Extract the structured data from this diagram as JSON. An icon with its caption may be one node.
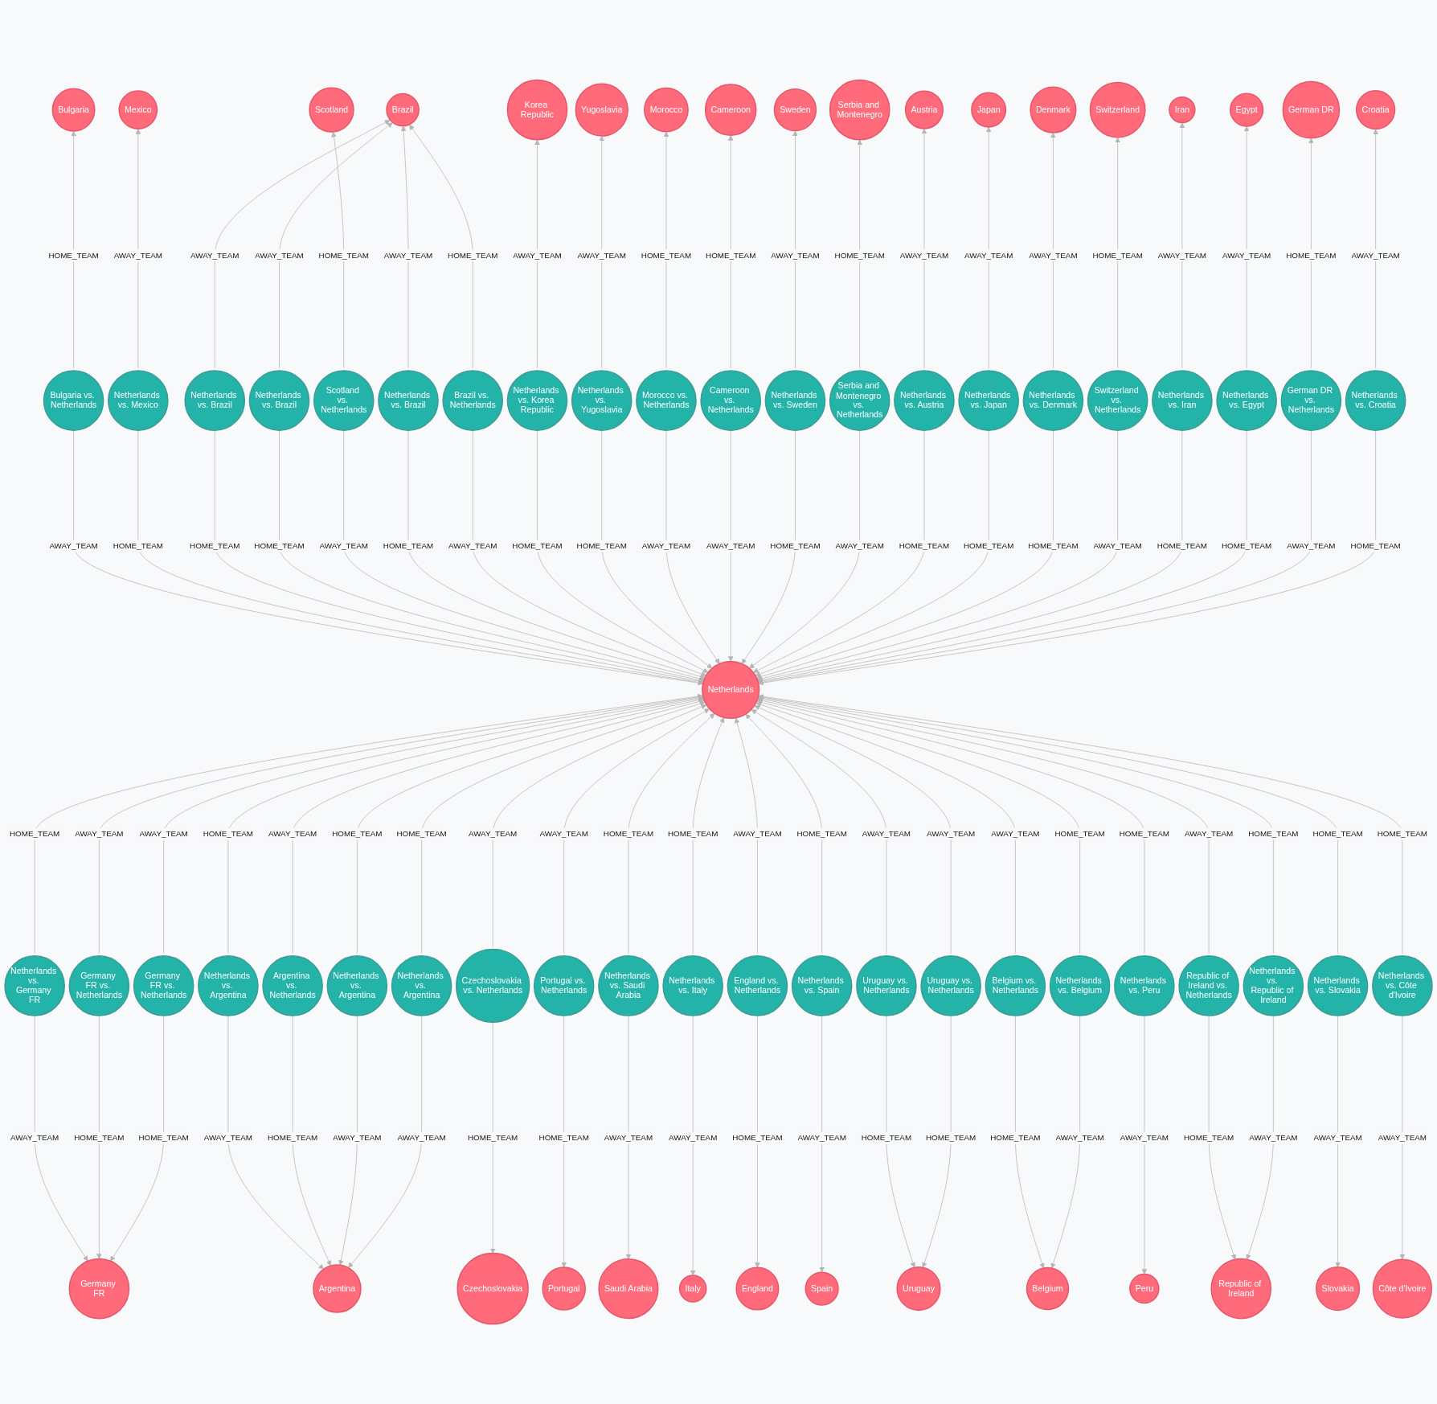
{
  "diagram": {
    "nodes": [
      {
        "text": [
          "Bulgaria"
        ]
      },
      {
        "text": [
          "Mexico"
        ]
      },
      {
        "text": [
          "Scotland"
        ]
      },
      {
        "text": [
          "Morocco"
        ]
      },
      {
        "text": [
          "Korea Republic"
        ]
      },
      {
        "text": [
          "Brazil"
        ]
      },
      {
        "text": [
          "Yugoslavia"
        ]
      },
      {
        "text": [
          "Cameroon"
        ]
      },
      {
        "text": [
          "Austria"
        ]
      },
      {
        "text": [
          "Serbia and Montenegro"
        ]
      },
      {
        "text": [
          "Bulgaria vs. Netherlands"
        ]
      },
      {
        "text": [
          "Netherlands vs. Mexico"
        ]
      },
      {
        "text": [
          "Sweden"
        ]
      },
      {
        "text": [
          "Netherlands vs. Brazil"
        ]
      },
      {
        "text": [
          "Netherlands vs. Brazil"
        ]
      },
      {
        "text": [
          "Scotland vs. Netherlands"
        ]
      },
      {
        "text": [
          "Netherlands vs. Brazil"
        ]
      },
      {
        "text": [
          "Denmark"
        ]
      },
      {
        "text": [
          "Brazil vs. Netherlands"
        ]
      },
      {
        "text": [
          "Netherlands vs. Korea Republic"
        ]
      },
      {
        "text": [
          "Netherlands vs. Yugoslavia"
        ]
      },
      {
        "text": [
          "Morocco vs. Netherlands"
        ]
      },
      {
        "text": [
          "Japan"
        ]
      },
      {
        "text": [
          "Cameroon vs. Netherlands"
        ]
      },
      {
        "text": [
          "Iran"
        ]
      },
      {
        "text": [
          "Netherlands vs. Sweden"
        ]
      },
      {
        "text": [
          "Serbia and Montenegro vs. Netherlands"
        ]
      },
      {
        "text": [
          "Netherlands vs. Austria"
        ]
      },
      {
        "text": [
          "Switzerland"
        ]
      },
      {
        "text": [
          "Netherlands vs. Japan"
        ]
      },
      {
        "text": [
          "Netherlands vs. Denmark"
        ]
      },
      {
        "text": [
          "Switzerland vs. Netherlands"
        ]
      },
      {
        "text": [
          "Netherlands vs. Iran"
        ]
      },
      {
        "text": [
          "German DR"
        ]
      },
      {
        "text": [
          "Netherlands vs. Egypt"
        ]
      },
      {
        "text": [
          "German DR vs. Netherlands"
        ]
      },
      {
        "text": [
          "Netherlands vs. Croatia"
        ]
      },
      {
        "text": [
          "Netherlands vs. Germany FR"
        ]
      },
      {
        "text": [
          "Netherlands"
        ]
      },
      {
        "text": [
          "Egypt"
        ]
      },
      {
        "text": [
          "Croatia"
        ]
      },
      {
        "text": [
          "Germany FR vs. Netherlands"
        ]
      },
      {
        "text": [
          "Netherlands vs. Argentina"
        ]
      },
      {
        "text": [
          "Germany FR vs. Netherlands"
        ]
      },
      {
        "text": [
          "Germany FR"
        ]
      },
      {
        "text": [
          "Argentina vs. Netherlands"
        ]
      },
      {
        "text": [
          "Czechoslovakia vs. Netherlands"
        ]
      },
      {
        "text": [
          "Portugal vs. Netherlands"
        ]
      },
      {
        "text": [
          "Netherlands vs. Argentina"
        ]
      },
      {
        "text": [
          "Netherlands vs. Saudi Arabia"
        ]
      },
      {
        "text": [
          "Netherlands vs. Argentina"
        ]
      },
      {
        "text": [
          "Argentina"
        ]
      },
      {
        "text": [
          "Netherlands vs. Italy"
        ]
      },
      {
        "text": [
          "England vs. Netherlands"
        ]
      },
      {
        "text": [
          "Netherlands vs. Spain"
        ]
      },
      {
        "text": [
          "Uruguay vs. Netherlands"
        ]
      },
      {
        "text": [
          "Belgium vs. Netherlands"
        ]
      },
      {
        "text": [
          "Saudi Arabia"
        ]
      },
      {
        "text": [
          "Netherlands vs. Peru"
        ]
      },
      {
        "text": [
          "Uruguay vs. Netherlands"
        ]
      },
      {
        "text": [
          "Netherlands vs. Belgium"
        ]
      },
      {
        "text": [
          "Portugal"
        ]
      },
      {
        "text": [
          "Republic of Ireland vs. Netherlands"
        ]
      },
      {
        "text": [
          "Netherlands vs. Slovakia"
        ]
      },
      {
        "text": [
          "Czechoslovakia"
        ]
      },
      {
        "text": [
          "Netherlands vs. Republic of Ireland"
        ]
      },
      {
        "text": [
          "Netherlands vs. Côte d'Ivoire"
        ]
      },
      {
        "text": [
          "Italy"
        ]
      },
      {
        "text": [
          "Belgium"
        ]
      },
      {
        "text": [
          "England"
        ]
      },
      {
        "text": [
          "Peru"
        ]
      },
      {
        "text": [
          "Uruguay"
        ]
      },
      {
        "text": [
          "Spain"
        ]
      },
      {
        "text": [
          "Republic of Ireland"
        ]
      },
      {
        "text": [
          "Slovakia"
        ]
      },
      {
        "text": [
          "Côte d'Ivoire"
        ]
      }
    ],
    "edges": [
      {
        "from": 10,
        "to": 0,
        "arrow": "to",
        "label": "HOME_TEAM"
      },
      {
        "from": 10,
        "to": 38,
        "arrow": "to",
        "label": "AWAY_TEAM"
      },
      {
        "from": 11,
        "to": 38,
        "arrow": "to",
        "label": "HOME_TEAM"
      },
      {
        "from": 11,
        "to": 1,
        "arrow": "to",
        "label": "AWAY_TEAM"
      },
      {
        "from": 13,
        "to": 38,
        "arrow": "to",
        "label": "HOME_TEAM"
      },
      {
        "from": 13,
        "to": 5,
        "arrow": "to",
        "label": "AWAY_TEAM"
      },
      {
        "from": 14,
        "to": 38,
        "arrow": "to",
        "label": "HOME_TEAM"
      },
      {
        "from": 14,
        "to": 5,
        "arrow": "to",
        "label": "AWAY_TEAM"
      },
      {
        "from": 15,
        "to": 2,
        "arrow": "to",
        "label": "HOME_TEAM"
      },
      {
        "from": 15,
        "to": 38,
        "arrow": "to",
        "label": "AWAY_TEAM"
      },
      {
        "from": 16,
        "to": 38,
        "arrow": "to",
        "label": "HOME_TEAM"
      },
      {
        "from": 16,
        "to": 5,
        "arrow": "to",
        "label": "AWAY_TEAM"
      },
      {
        "from": 18,
        "to": 5,
        "arrow": "to",
        "label": "HOME_TEAM"
      },
      {
        "from": 18,
        "to": 38,
        "arrow": "to",
        "label": "AWAY_TEAM"
      },
      {
        "from": 19,
        "to": 38,
        "arrow": "to",
        "label": "HOME_TEAM"
      },
      {
        "from": 19,
        "to": 4,
        "arrow": "to",
        "label": "AWAY_TEAM"
      },
      {
        "from": 20,
        "to": 38,
        "arrow": "to",
        "label": "HOME_TEAM"
      },
      {
        "from": 20,
        "to": 6,
        "arrow": "to",
        "label": "AWAY_TEAM"
      },
      {
        "from": 21,
        "to": 3,
        "arrow": "to",
        "label": "HOME_TEAM"
      },
      {
        "from": 21,
        "to": 38,
        "arrow": "to",
        "label": "AWAY_TEAM"
      },
      {
        "from": 23,
        "to": 7,
        "arrow": "to",
        "label": "HOME_TEAM"
      },
      {
        "from": 23,
        "to": 38,
        "arrow": "to",
        "label": "AWAY_TEAM"
      },
      {
        "from": 25,
        "to": 38,
        "arrow": "to",
        "label": "HOME_TEAM"
      },
      {
        "from": 25,
        "to": 12,
        "arrow": "to",
        "label": "AWAY_TEAM"
      },
      {
        "from": 26,
        "to": 9,
        "arrow": "to",
        "label": "HOME_TEAM"
      },
      {
        "from": 26,
        "to": 38,
        "arrow": "to",
        "label": "AWAY_TEAM"
      },
      {
        "from": 27,
        "to": 38,
        "arrow": "to",
        "label": "HOME_TEAM"
      },
      {
        "from": 27,
        "to": 8,
        "arrow": "to",
        "label": "AWAY_TEAM"
      },
      {
        "from": 29,
        "to": 38,
        "arrow": "to",
        "label": "HOME_TEAM"
      },
      {
        "from": 29,
        "to": 22,
        "arrow": "to",
        "label": "AWAY_TEAM"
      },
      {
        "from": 30,
        "to": 38,
        "arrow": "to",
        "label": "HOME_TEAM"
      },
      {
        "from": 30,
        "to": 17,
        "arrow": "to",
        "label": "AWAY_TEAM"
      },
      {
        "from": 31,
        "to": 28,
        "arrow": "to",
        "label": "HOME_TEAM"
      },
      {
        "from": 31,
        "to": 38,
        "arrow": "to",
        "label": "AWAY_TEAM"
      },
      {
        "from": 32,
        "to": 38,
        "arrow": "to",
        "label": "HOME_TEAM"
      },
      {
        "from": 32,
        "to": 24,
        "arrow": "to",
        "label": "AWAY_TEAM"
      },
      {
        "from": 34,
        "to": 38,
        "arrow": "to",
        "label": "HOME_TEAM"
      },
      {
        "from": 34,
        "to": 39,
        "arrow": "to",
        "label": "AWAY_TEAM"
      },
      {
        "from": 35,
        "to": 33,
        "arrow": "to",
        "label": "HOME_TEAM"
      },
      {
        "from": 35,
        "to": 38,
        "arrow": "to",
        "label": "AWAY_TEAM"
      },
      {
        "from": 36,
        "to": 38,
        "arrow": "to",
        "label": "HOME_TEAM"
      },
      {
        "from": 36,
        "to": 40,
        "arrow": "to",
        "label": "AWAY_TEAM"
      },
      {
        "from": 37,
        "to": 38,
        "arrow": "to",
        "label": "HOME_TEAM"
      },
      {
        "from": 37,
        "to": 44,
        "arrow": "to",
        "label": "AWAY_TEAM"
      },
      {
        "from": 41,
        "to": 44,
        "arrow": "to",
        "label": "HOME_TEAM"
      },
      {
        "from": 41,
        "to": 38,
        "arrow": "to",
        "label": "AWAY_TEAM"
      },
      {
        "from": 42,
        "to": 38,
        "arrow": "to",
        "label": "HOME_TEAM"
      },
      {
        "from": 42,
        "to": 51,
        "arrow": "to",
        "label": "AWAY_TEAM"
      },
      {
        "from": 43,
        "to": 44,
        "arrow": "to",
        "label": "HOME_TEAM"
      },
      {
        "from": 43,
        "to": 38,
        "arrow": "to",
        "label": "AWAY_TEAM"
      },
      {
        "from": 45,
        "to": 51,
        "arrow": "to",
        "label": "HOME_TEAM"
      },
      {
        "from": 45,
        "to": 38,
        "arrow": "to",
        "label": "AWAY_TEAM"
      },
      {
        "from": 46,
        "to": 64,
        "arrow": "to",
        "label": "HOME_TEAM"
      },
      {
        "from": 46,
        "to": 38,
        "arrow": "to",
        "label": "AWAY_TEAM"
      },
      {
        "from": 47,
        "to": 61,
        "arrow": "to",
        "label": "HOME_TEAM"
      },
      {
        "from": 47,
        "to": 38,
        "arrow": "to",
        "label": "AWAY_TEAM"
      },
      {
        "from": 48,
        "to": 38,
        "arrow": "to",
        "label": "HOME_TEAM"
      },
      {
        "from": 48,
        "to": 51,
        "arrow": "to",
        "label": "AWAY_TEAM"
      },
      {
        "from": 49,
        "to": 38,
        "arrow": "to",
        "label": "HOME_TEAM"
      },
      {
        "from": 49,
        "to": 57,
        "arrow": "to",
        "label": "AWAY_TEAM"
      },
      {
        "from": 50,
        "to": 38,
        "arrow": "to",
        "label": "HOME_TEAM"
      },
      {
        "from": 50,
        "to": 51,
        "arrow": "to",
        "label": "AWAY_TEAM"
      },
      {
        "from": 52,
        "to": 38,
        "arrow": "to",
        "label": "HOME_TEAM"
      },
      {
        "from": 52,
        "to": 67,
        "arrow": "to",
        "label": "AWAY_TEAM"
      },
      {
        "from": 53,
        "to": 69,
        "arrow": "to",
        "label": "HOME_TEAM"
      },
      {
        "from": 53,
        "to": 38,
        "arrow": "to",
        "label": "AWAY_TEAM"
      },
      {
        "from": 54,
        "to": 38,
        "arrow": "to",
        "label": "HOME_TEAM"
      },
      {
        "from": 54,
        "to": 72,
        "arrow": "to",
        "label": "AWAY_TEAM"
      },
      {
        "from": 55,
        "to": 71,
        "arrow": "to",
        "label": "HOME_TEAM"
      },
      {
        "from": 55,
        "to": 38,
        "arrow": "to",
        "label": "AWAY_TEAM"
      },
      {
        "from": 56,
        "to": 68,
        "arrow": "to",
        "label": "HOME_TEAM"
      },
      {
        "from": 56,
        "to": 38,
        "arrow": "to",
        "label": "AWAY_TEAM"
      },
      {
        "from": 58,
        "to": 38,
        "arrow": "to",
        "label": "HOME_TEAM"
      },
      {
        "from": 58,
        "to": 70,
        "arrow": "to",
        "label": "AWAY_TEAM"
      },
      {
        "from": 59,
        "to": 71,
        "arrow": "to",
        "label": "HOME_TEAM"
      },
      {
        "from": 59,
        "to": 38,
        "arrow": "to",
        "label": "AWAY_TEAM"
      },
      {
        "from": 60,
        "to": 38,
        "arrow": "to",
        "label": "HOME_TEAM"
      },
      {
        "from": 60,
        "to": 68,
        "arrow": "to",
        "label": "AWAY_TEAM"
      },
      {
        "from": 62,
        "to": 73,
        "arrow": "to",
        "label": "HOME_TEAM"
      },
      {
        "from": 62,
        "to": 38,
        "arrow": "to",
        "label": "AWAY_TEAM"
      },
      {
        "from": 63,
        "to": 38,
        "arrow": "to",
        "label": "HOME_TEAM"
      },
      {
        "from": 63,
        "to": 74,
        "arrow": "to",
        "label": "AWAY_TEAM"
      },
      {
        "from": 65,
        "to": 38,
        "arrow": "to",
        "label": "HOME_TEAM"
      },
      {
        "from": 65,
        "to": 73,
        "arrow": "to",
        "label": "AWAY_TEAM"
      },
      {
        "from": 66,
        "to": 38,
        "arrow": "to",
        "label": "HOME_TEAM"
      },
      {
        "from": 66,
        "to": 75,
        "arrow": "to",
        "label": "AWAY_TEAM"
      }
    ]
  }
}
